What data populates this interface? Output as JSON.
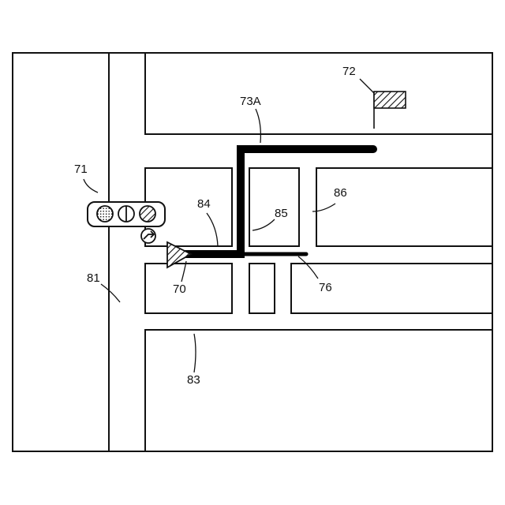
{
  "labels": {
    "l70": "70",
    "l71": "71",
    "l72": "72",
    "l73a": "73A",
    "l76": "76",
    "l81": "81",
    "l83": "83",
    "l84": "84",
    "l85": "85",
    "l86": "86"
  },
  "colors": {
    "line": "#111111",
    "route": "#000000",
    "background": "#ffffff",
    "hatch": "#111111"
  },
  "icons": {
    "traffic_signal": "traffic-signal-icon",
    "destination": "destination-flag-icon",
    "vehicle": "vehicle-position-triangle-icon",
    "turn_arrow": "right-turn-arrow-icon"
  }
}
